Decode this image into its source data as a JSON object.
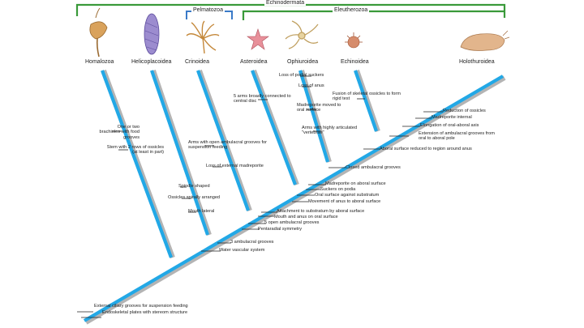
{
  "groups": {
    "echinodermata": "Echinodermata",
    "pelmatozoa": "Pelmatozoa",
    "eleutherozoa": "Eleutherozoa"
  },
  "taxa": [
    {
      "name": "Homalozoa",
      "icon": "homalozoa-illustration"
    },
    {
      "name": "Helicoplacoidea",
      "icon": "helicoplacoid-illustration"
    },
    {
      "name": "Crinoidea",
      "icon": "crinoid-illustration"
    },
    {
      "name": "Asteroidea",
      "icon": "sea-star-illustration"
    },
    {
      "name": "Ophiuroidea",
      "icon": "brittle-star-illustration"
    },
    {
      "name": "Echinoidea",
      "icon": "sea-urchin-illustration"
    },
    {
      "name": "Holothuroidea",
      "icon": "sea-cucumber-illustration"
    }
  ],
  "characters": {
    "trunk": [
      "External ciliary grooves for suspension feeding",
      "Endoskeletal plates with stereom structure",
      "3 ambulacral grooves",
      "Water vascular system",
      "Attachment to substratum by aboral surface",
      "Mouth and anus on oral surface",
      "5 open ambulacral grooves",
      "Pentaradial symmetry",
      "Madreporite on aboral surface",
      "Suckers on podia",
      "Oral surface against substratum",
      "Movement of anus to aboral surface",
      "Closed ambulacral grooves",
      "Aboral surface reduced to region around anus",
      "Extension of ambulacral grooves from oral to aboral pole",
      "Elongation of oral-aboral axis",
      "Madreporite internal",
      "Reduction of ossicles"
    ],
    "homalozoa": [
      "One or two brachioles with food grooves",
      "Stem with 2 rows of ossicles (at least in part)"
    ],
    "helicoplacoidea": [
      "Spindle shaped",
      "Ossicles spirally arranged",
      "Mouth lateral"
    ],
    "crinoidea": [
      "Arms with open ambulacral grooves for suspension feeding",
      "Loss of external madreporite"
    ],
    "asteroidea": [
      "5 arms broadly connected to central disc"
    ],
    "ophiuroidea": [
      "Loss of podial suckers",
      "Loss of anus",
      "Madreporite moved to oral surface",
      "Arms with highly articulated \"vertebrae\""
    ],
    "echinoidea": [
      "Fusion of skeletal ossicles to form rigid test"
    ]
  }
}
